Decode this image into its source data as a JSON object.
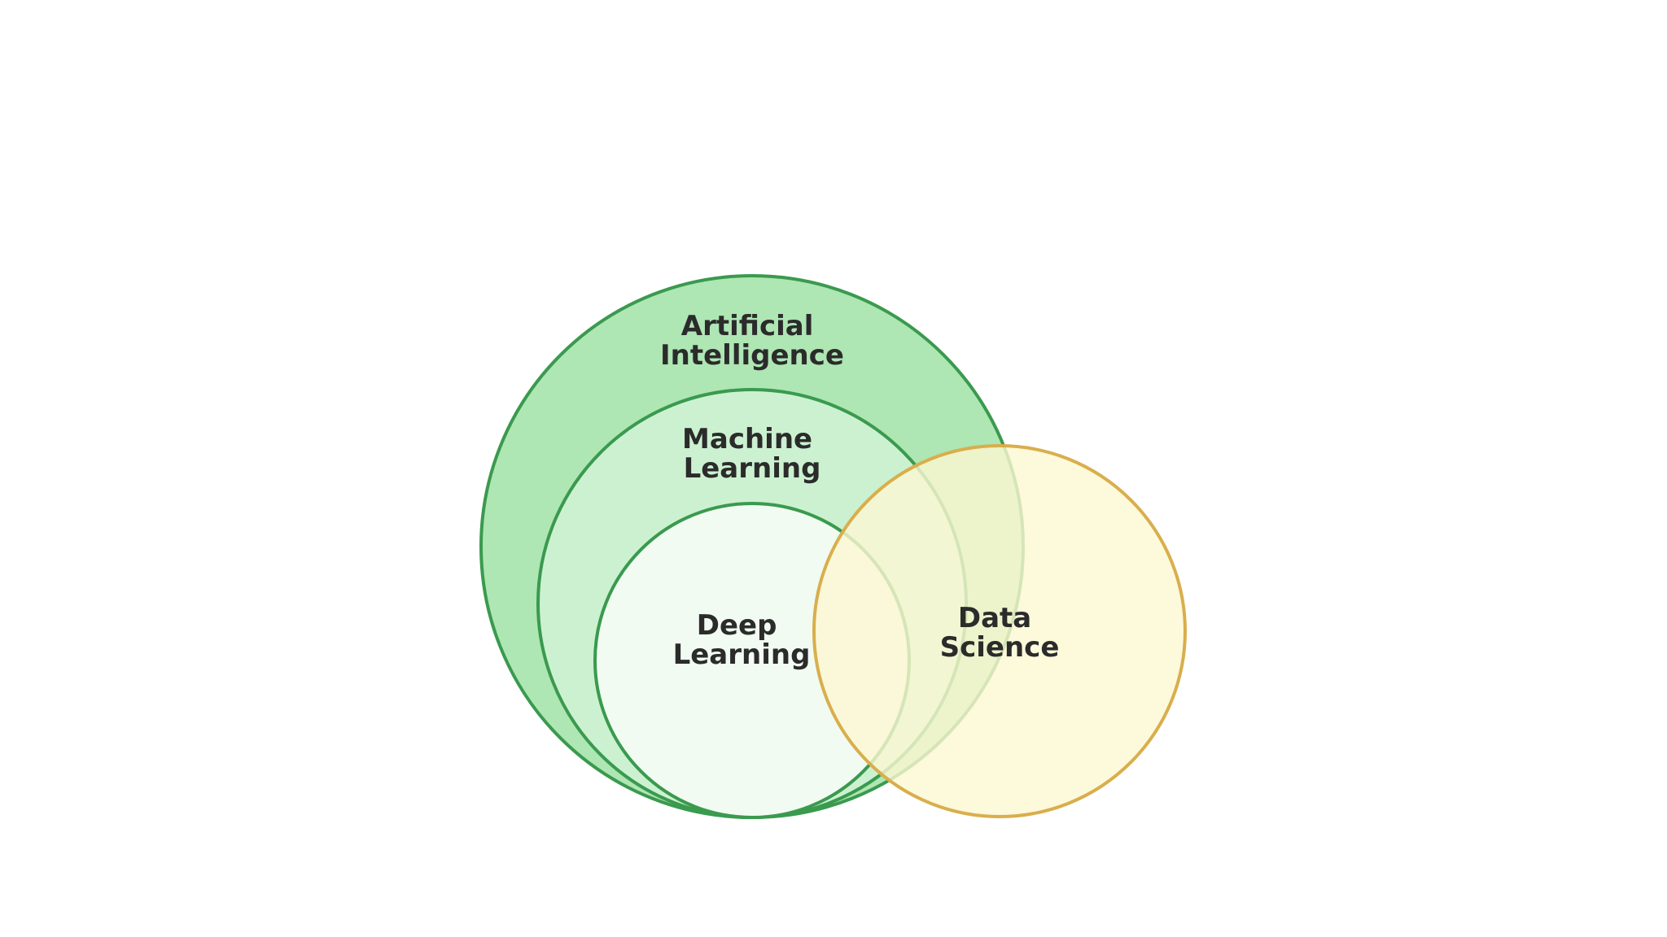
{
  "diagram": {
    "circles": {
      "ai": {
        "line1": "Artificial",
        "line2": "Intelligence",
        "fill": "#aee6b4",
        "stroke": "#3a9a4e"
      },
      "ml": {
        "line1": "Machine",
        "line2": "Learning",
        "fill": "#ccf1d1",
        "stroke": "#3a9a4e"
      },
      "dl": {
        "line1": "Deep",
        "line2": "Learning",
        "fill": "#f1fbf2",
        "stroke": "#3a9a4e"
      },
      "ds": {
        "line1": "Data",
        "line2": "Science",
        "fill": "#fdf8d2",
        "fill_opacity": 0.8,
        "stroke": "#d9ae4c"
      }
    }
  }
}
